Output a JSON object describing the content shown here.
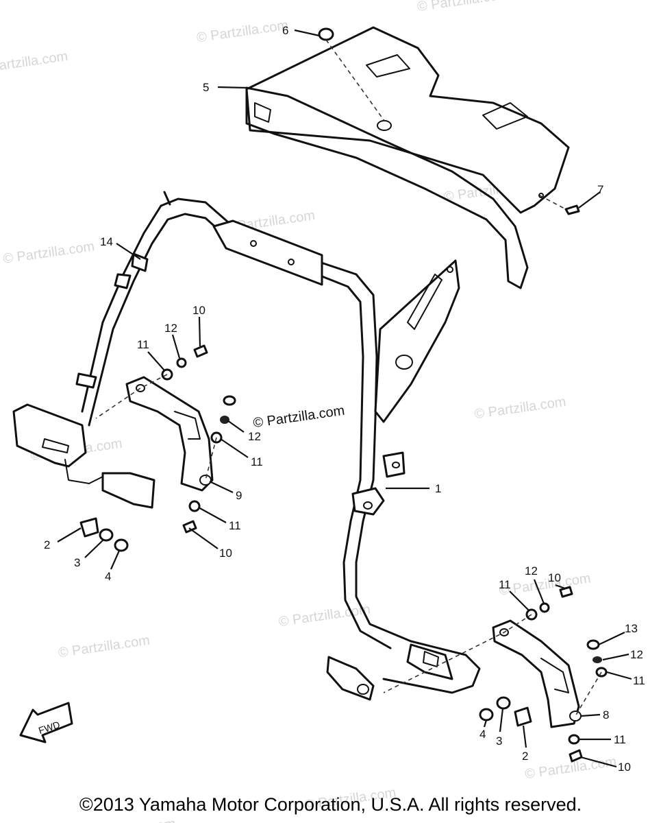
{
  "watermark_text": "© Partzilla.com",
  "direction_label": "FWD",
  "callouts": {
    "c1": "1",
    "c2a": "2",
    "c2b": "2",
    "c3a": "3",
    "c3b": "3",
    "c4a": "4",
    "c4b": "4",
    "c5": "5",
    "c6": "6",
    "c7": "7",
    "c8": "8",
    "c9": "9",
    "c10a": "10",
    "c10b": "10",
    "c10c": "10",
    "c10d": "10",
    "c11a": "11",
    "c11b": "11",
    "c11c": "11",
    "c11d": "11",
    "c11e": "11",
    "c11f": "11",
    "c12a": "12",
    "c12b": "12",
    "c12c": "12",
    "c12d": "12",
    "c13": "13",
    "c14": "14"
  },
  "copyright": "©2013 Yamaha Motor Corporation, U.S.A. All rights reserved."
}
